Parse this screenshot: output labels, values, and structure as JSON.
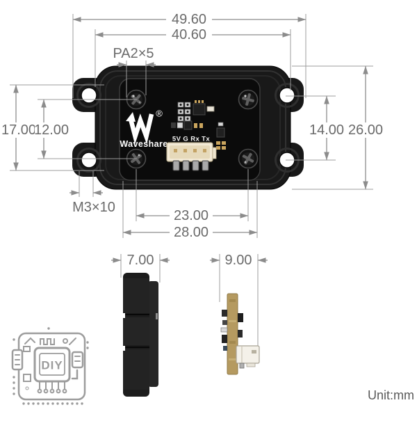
{
  "dims": {
    "overall_width": "49.60",
    "body_width": "40.60",
    "pcb_screw_label": "PA2×5",
    "mount_hole_span_v": "17.00",
    "pcb_screw_span_v": "12.00",
    "mount_hole_pitch_v": "14.00",
    "body_height": "26.00",
    "mount_hole_label": "M3×10",
    "pcb_screw_span_h": "23.00",
    "pcb_window_width": "28.00",
    "enclosure_thickness": "7.00",
    "pcb_assembly_thickness": "9.00"
  },
  "module": {
    "brand": "Waveshare",
    "registered_mark": "®",
    "connector_pin_labels": "5V G Rx Tx"
  },
  "stamp": {
    "label": "DIY"
  },
  "footer": {
    "unit_label": "Unit:mm"
  },
  "colors": {
    "background": "#ffffff",
    "dimension_line": "#8c8c8c",
    "dimension_text": "#6a6a6a",
    "module_body": "#191919",
    "pcb_window": "#0b0b0b",
    "connector_cream": "#f3ead6",
    "pcb_edge_tan": "#b59a60",
    "stamp_gray": "#9c9c9c"
  }
}
